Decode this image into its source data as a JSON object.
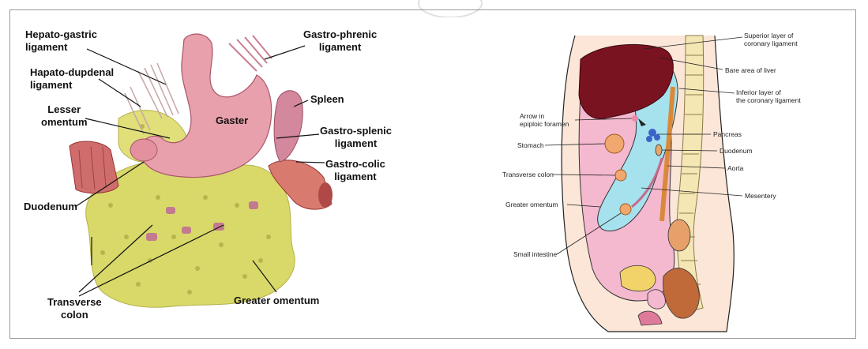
{
  "left_diagram": {
    "labels": {
      "hepato_gastric": "Hepato-gastric\nligament",
      "hepato_duodenal": "Hapato-dupdenal\nligament",
      "lesser_omentum": "Lesser\nomentum",
      "duodenum": "Duodenum",
      "transverse_colon": "Transverse\ncolon",
      "gaster": "Gaster",
      "gastro_phrenic": "Gastro-phrenic\nligament",
      "spleen": "Spleen",
      "gastro_splenic": "Gastro-splenic\nligament",
      "gastro_colic": "Gastro-colic\nligament",
      "greater_omentum": "Greater omentum"
    }
  },
  "right_diagram": {
    "labels": {
      "superior_layer": "Superior layer of\ncoronary ligament",
      "bare_area": "Bare area of liver",
      "inferior_layer": "Inferior layer of\nthe coronary ligament",
      "arrow_epiploic": "Arrow in\nepiploic foramen",
      "pancreas": "Pancreas",
      "stomach": "Stomach",
      "duodenum": "Duodenum",
      "aorta": "Aorta",
      "transverse_colon": "Transverse colon",
      "mesentery": "Mesentery",
      "greater_omentum": "Greater omentum",
      "small_intestine": "Small intestine"
    }
  },
  "colors": {
    "omentum": "#d9d96a",
    "stomach": "#e59aa6",
    "colon": "#d36a6a",
    "liver": "#7a1320",
    "peritoneal_cavity": "#f4b8cf",
    "lesser_sac": "#a6e1ee",
    "pancreas": "#3c64c8",
    "spine": "#f5e7b4"
  }
}
